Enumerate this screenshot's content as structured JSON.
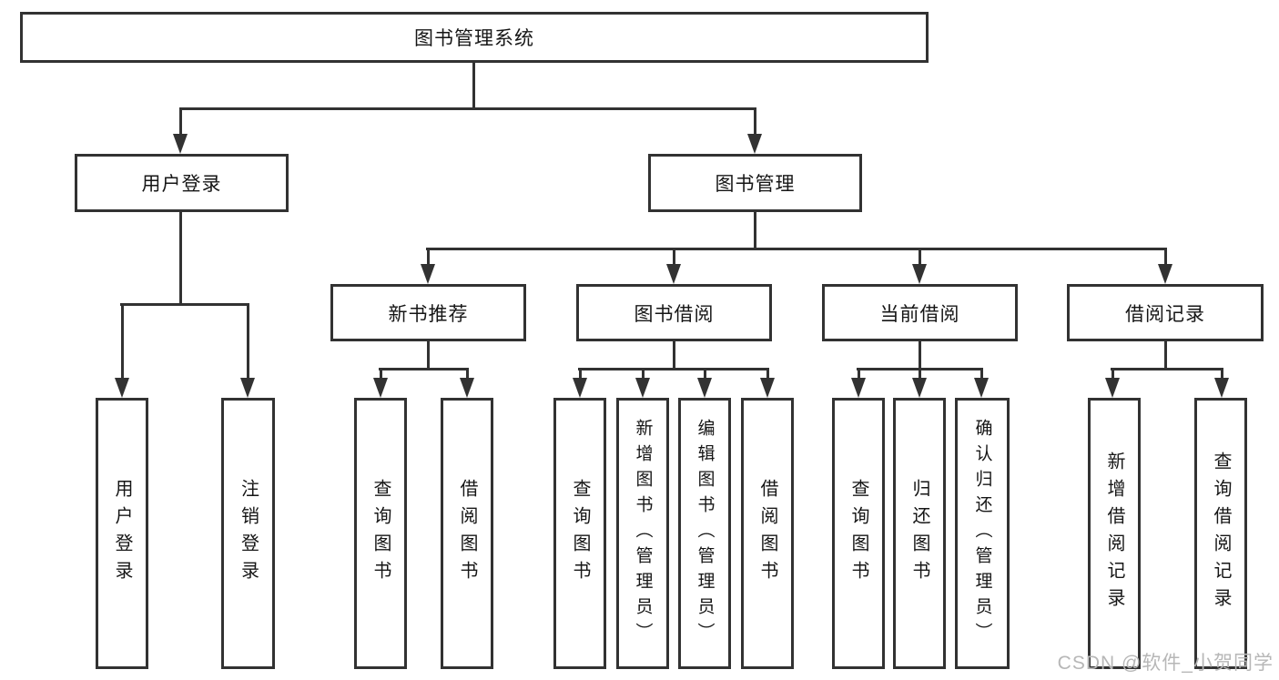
{
  "watermark": "CSDN @软件_小贺同学",
  "colors": {
    "line": "#323232",
    "text": "#161616",
    "watermark": "#b7b7b7"
  },
  "tree": {
    "root": "图书管理系统",
    "level2": [
      {
        "label": "用户登录",
        "children": [
          {
            "label": "用户登录"
          },
          {
            "label": "注销登录"
          }
        ]
      },
      {
        "label": "图书管理",
        "children": [
          {
            "label": "新书推荐",
            "children": [
              {
                "label": "查询图书"
              },
              {
                "label": "借阅图书"
              }
            ]
          },
          {
            "label": "图书借阅",
            "children": [
              {
                "label": "查询图书"
              },
              {
                "label": "新增图书（管理员）"
              },
              {
                "label": "编辑图书（管理员）"
              },
              {
                "label": "借阅图书"
              }
            ]
          },
          {
            "label": "当前借阅",
            "children": [
              {
                "label": "查询图书"
              },
              {
                "label": "归还图书"
              },
              {
                "label": "确认归还（管理员）"
              }
            ]
          },
          {
            "label": "借阅记录",
            "children": [
              {
                "label": "新增借阅记录"
              },
              {
                "label": "查询借阅记录"
              }
            ]
          }
        ]
      }
    ]
  }
}
